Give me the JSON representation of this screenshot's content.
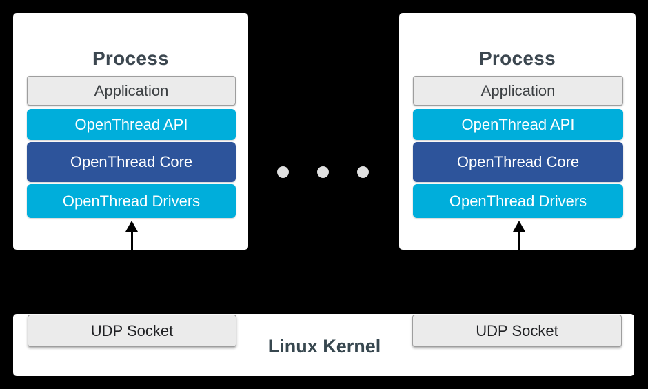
{
  "colors": {
    "background": "#000000",
    "process_box": "#ffffff",
    "layer_cyan": "#00aedb",
    "layer_dark_blue": "#2d549b",
    "layer_gray_fill": "#ebebeb",
    "layer_gray_border": "#9e9e9e",
    "title_text": "#3c4750",
    "kernel_text": "#37474f",
    "dot_gray": "#e0e0e0",
    "arrow_black": "#000000"
  },
  "processes": [
    {
      "title": "Process",
      "layers": [
        {
          "label": "Application"
        },
        {
          "label": "OpenThread API"
        },
        {
          "label": "OpenThread Core"
        },
        {
          "label": "OpenThread Drivers"
        }
      ]
    },
    {
      "title": "Process",
      "layers": [
        {
          "label": "Application"
        },
        {
          "label": "OpenThread API"
        },
        {
          "label": "OpenThread Core"
        },
        {
          "label": "OpenThread Drivers"
        }
      ]
    }
  ],
  "ellipsis": {
    "dot_count": 3
  },
  "kernel": {
    "label": "Linux Kernel",
    "sockets": [
      {
        "label": "UDP Socket"
      },
      {
        "label": "UDP Socket"
      }
    ]
  }
}
